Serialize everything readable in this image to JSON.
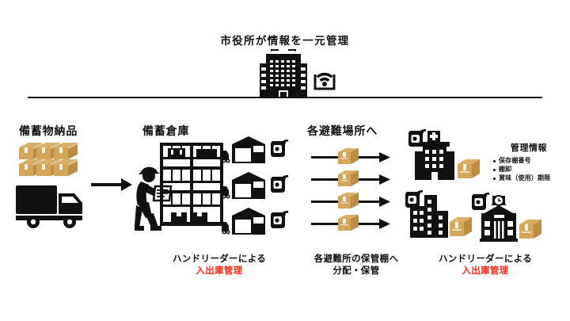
{
  "diagram": {
    "title": "市役所が情報を一元管理",
    "colors": {
      "ink": "#111111",
      "carton": "#d4a65c",
      "carton_dark": "#bb8c42",
      "accent_red": "#ff2a1a",
      "background": "#ffffff"
    }
  },
  "top": {
    "title": "市役所が情報を一元管理",
    "cityhall_icon": "city-hall-building-icon",
    "wifi_icon": "wifi-signal-icon"
  },
  "sections": {
    "delivery": {
      "heading": "備蓄物納品",
      "boxes_icon": "stacked-cartons-icon",
      "truck_icon": "delivery-truck-icon",
      "arrow_icon": "right-arrow-icon"
    },
    "warehouse": {
      "heading": "備蓄倉庫",
      "worker_icon": "warehouse-worker-icon",
      "shelving_icon": "storage-shelving-icon",
      "warehouse_icon": "warehouse-with-truck-icon",
      "reader_icon": "rfid-reader-icon",
      "warehouse_count": 3,
      "caption_line1": "ハンドリーダーによる",
      "caption_line2": "入出庫管理"
    },
    "evacuation": {
      "heading": "各避難場所へ",
      "arrow_icon": "carton-on-arrow-icon",
      "arrow_count": 4,
      "caption_line1": "各避難所の保管棚へ",
      "caption_line2": "分配・保管"
    },
    "shelters": {
      "caption_line1": "ハンドリーダーによる",
      "caption_line2": "入出庫管理",
      "items": [
        {
          "name": "hospital",
          "icon": "hospital-building-icon",
          "reader_icon": "rfid-reader-icon",
          "carton_icon": "carton-icon"
        },
        {
          "name": "apartment",
          "icon": "apartment-building-icon",
          "reader_icon": "rfid-reader-icon",
          "carton_icon": "carton-icon"
        },
        {
          "name": "school",
          "icon": "school-building-icon",
          "reader_icon": "rfid-reader-icon",
          "carton_icon": "carton-icon"
        }
      ]
    }
  },
  "management_info": {
    "title": "管理情報",
    "items": [
      "保存棚番号",
      "棚卸",
      "賞味（使用）期限"
    ]
  }
}
